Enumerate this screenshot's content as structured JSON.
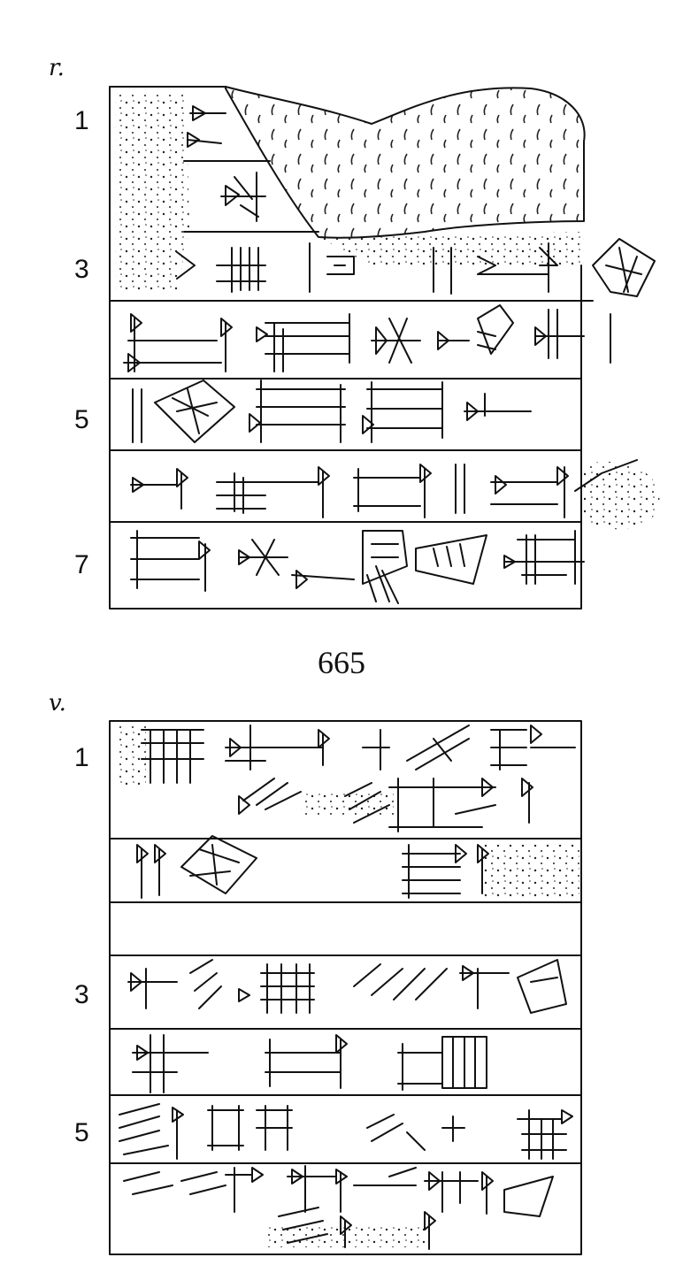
{
  "catalog_number": "665",
  "obverse": {
    "label": "r.",
    "line_numbers": [
      "1",
      "3",
      "5",
      "7"
    ]
  },
  "reverse": {
    "label": "v.",
    "line_numbers": [
      "1",
      "3",
      "5"
    ]
  }
}
